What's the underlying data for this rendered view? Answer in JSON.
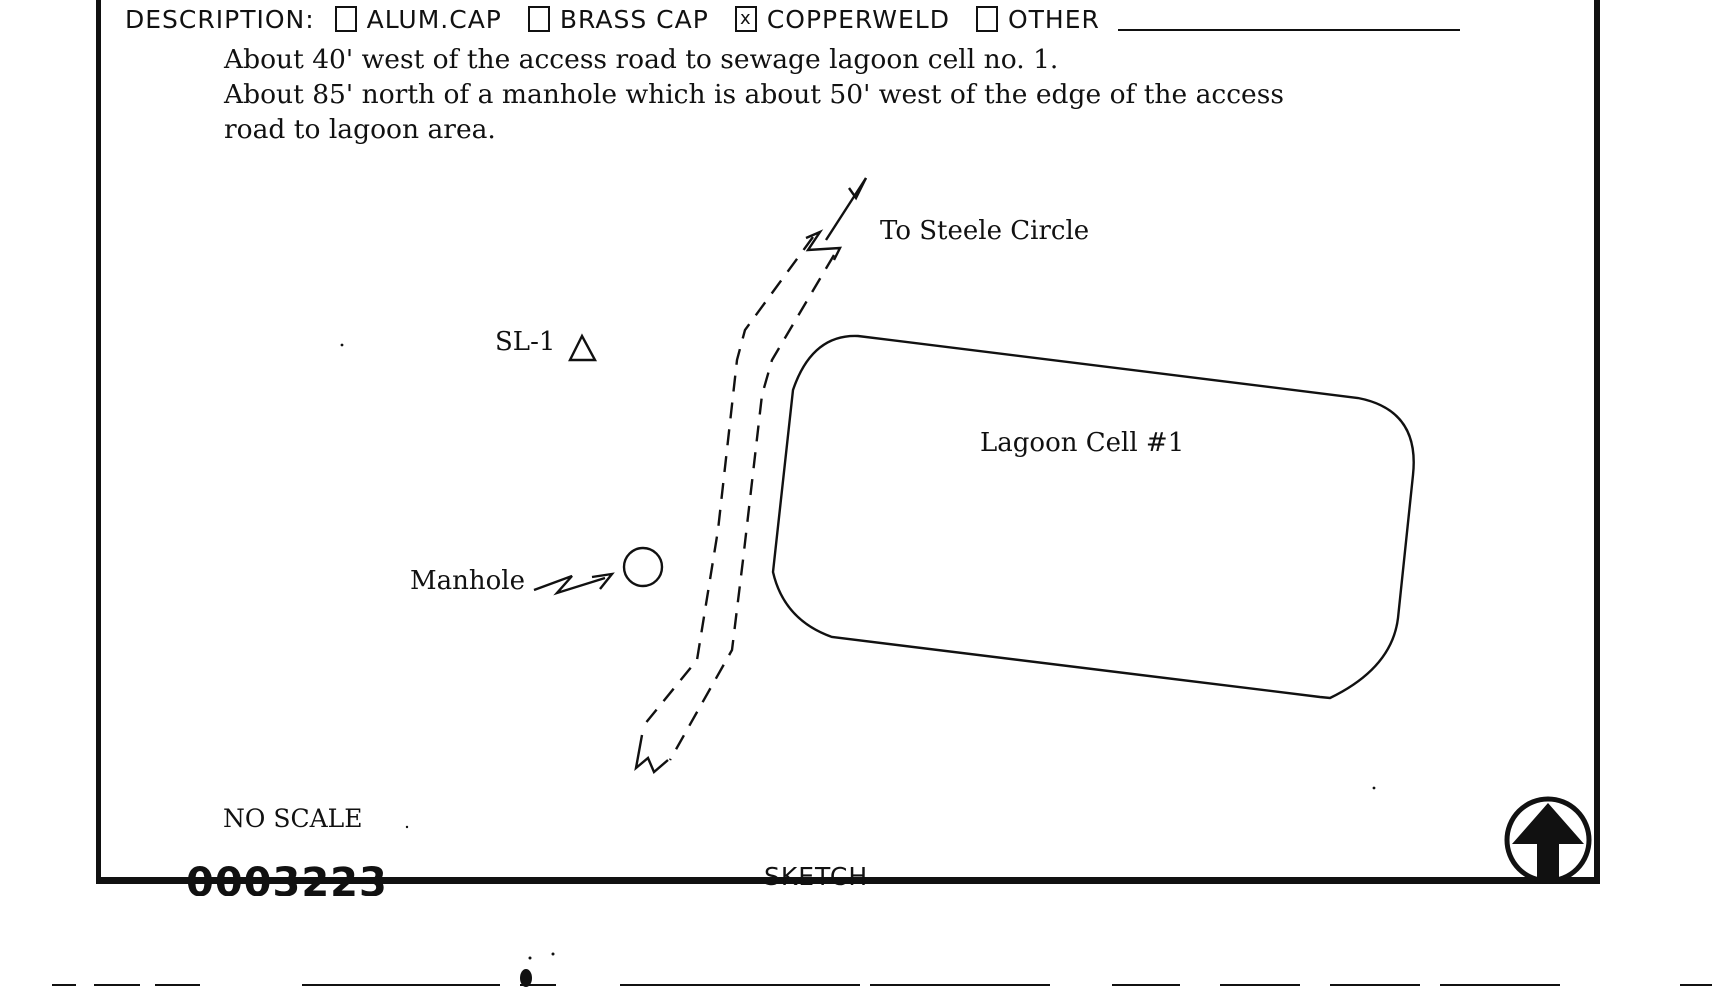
{
  "description": {
    "label": "DESCRIPTION:",
    "options": [
      {
        "label": "ALUM.CAP",
        "checked": false
      },
      {
        "label": "BRASS CAP",
        "checked": false
      },
      {
        "label": "COPPERWELD",
        "checked": true
      },
      {
        "label": "OTHER",
        "checked": false
      }
    ],
    "check_mark": "x",
    "text_lines": [
      "About 40' west of the access road to sewage lagoon cell no. 1.",
      "About 85' north of a manhole which is about 50' west of the edge of the access",
      "road to lagoon area."
    ]
  },
  "sketch": {
    "destination_label": "To Steele Circle",
    "station_label": "SL-1",
    "lagoon_label": "Lagoon Cell #1",
    "manhole_label": "Manhole",
    "scale_note": "NO SCALE",
    "section_label": "SKETCH",
    "north_arrow_icon": "north-arrow-icon"
  },
  "document_number": "0003223"
}
